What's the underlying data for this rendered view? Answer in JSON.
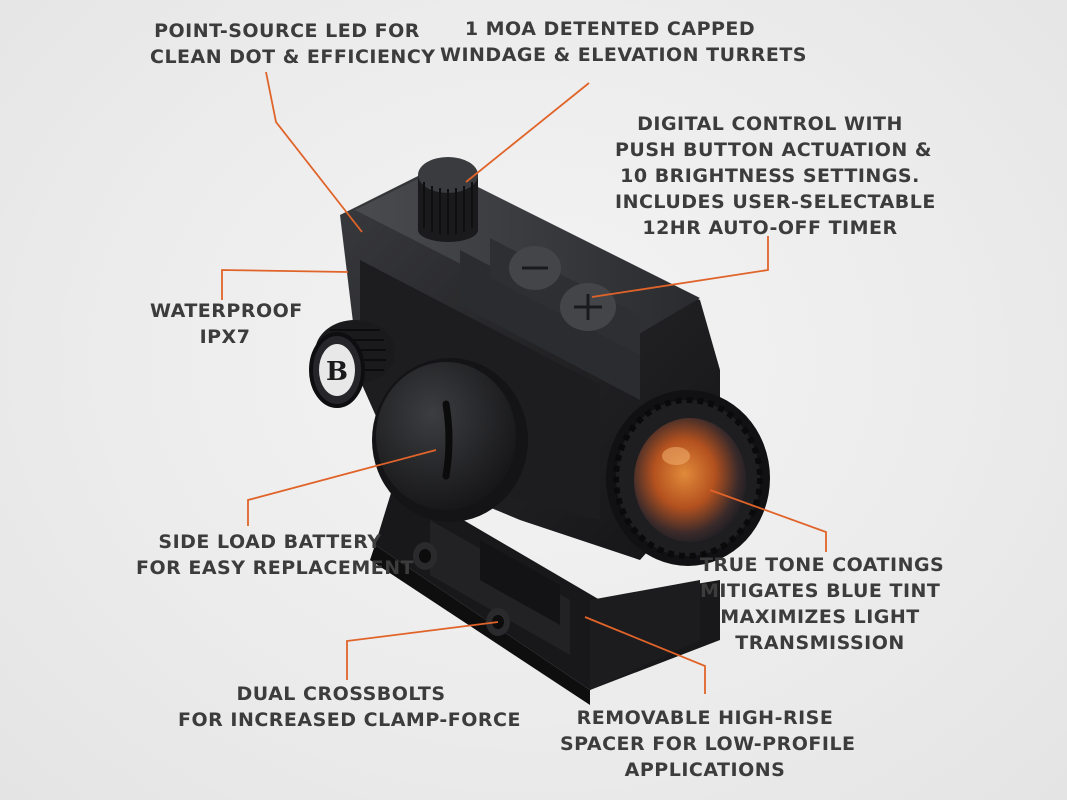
{
  "callouts": {
    "led": {
      "lines": [
        "POINT-SOURCE LED FOR",
        "CLEAN DOT & EFFICIENCY"
      ]
    },
    "turrets": {
      "lines": [
        "1 MOA DETENTED CAPPED",
        "WINDAGE & ELEVATION TURRETS"
      ]
    },
    "digital": {
      "lines": [
        "DIGITAL CONTROL WITH",
        "PUSH BUTTON ACTUATION &",
        "10 BRIGHTNESS SETTINGS.",
        "INCLUDES USER-SELECTABLE",
        "12HR AUTO-OFF TIMER"
      ]
    },
    "waterproof": {
      "lines": [
        "WATERPROOF",
        "IPX7"
      ]
    },
    "battery": {
      "lines": [
        "SIDE LOAD BATTERY",
        "FOR EASY REPLACEMENT"
      ]
    },
    "coatings": {
      "lines": [
        "TRUE TONE COATINGS",
        "MITIGATES BLUE TINT",
        "MAXIMIZES LIGHT",
        "TRANSMISSION"
      ]
    },
    "crossbolts": {
      "lines": [
        "DUAL CROSSBOLTS",
        "FOR INCREASED CLAMP-FORCE"
      ]
    },
    "spacer": {
      "lines": [
        "REMOVABLE HIGH-RISE",
        "SPACER FOR LOW-PROFILE",
        "APPLICATIONS"
      ]
    }
  },
  "product": {
    "logo_letter": "B"
  },
  "colors": {
    "leader": "#e0642a",
    "text": "#3c3c3c",
    "body": "#1f1f21"
  }
}
